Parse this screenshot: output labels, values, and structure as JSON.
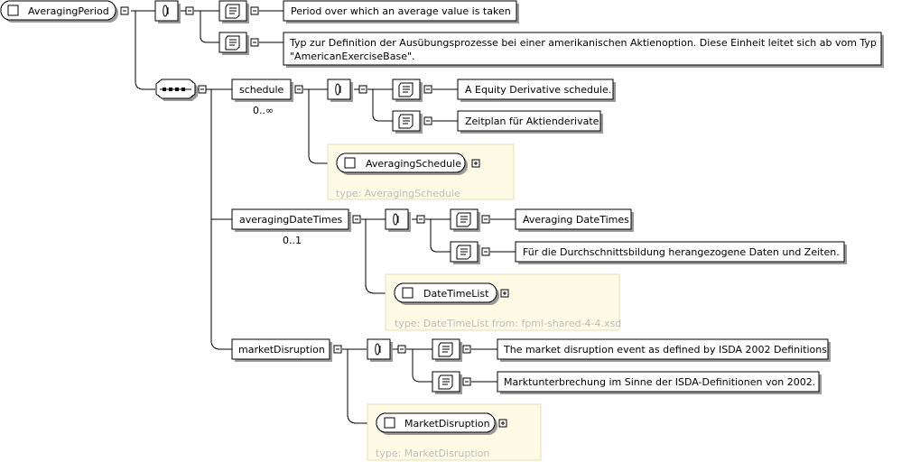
{
  "root": {
    "name": "AveragingPeriod"
  },
  "root_docs": [
    "Period over which an average value is taken",
    "Typ zur Definition der Ausübungsprozesse bei einer amerikanischen Aktienoption. Diese Einheit leitet sich ab vom Typ",
    "\"AmericanExerciseBase\"."
  ],
  "elements": [
    {
      "name": "schedule",
      "occurrence": "0..∞",
      "docs": [
        "A Equity Derivative schedule.",
        "Zeitplan für Aktienderivate."
      ],
      "type_name": "AveragingSchedule",
      "type_label": "type: AveragingSchedule"
    },
    {
      "name": "averagingDateTimes",
      "occurrence": "0..1",
      "docs": [
        "Averaging DateTimes",
        "Für die Durchschnittsbildung herangezogene Daten und Zeiten."
      ],
      "type_name": "DateTimeList",
      "type_label": "type: DateTimeList from: fpml-shared-4-4.xsd"
    },
    {
      "name": "marketDisruption",
      "occurrence": "",
      "docs": [
        "The market disruption event as defined by ISDA 2002 Definitions",
        "Marktunterbrechung im Sinne der ISDA-Definitionen von 2002."
      ],
      "type_name": "MarketDisruption",
      "type_label": "type: MarketDisruption"
    }
  ]
}
